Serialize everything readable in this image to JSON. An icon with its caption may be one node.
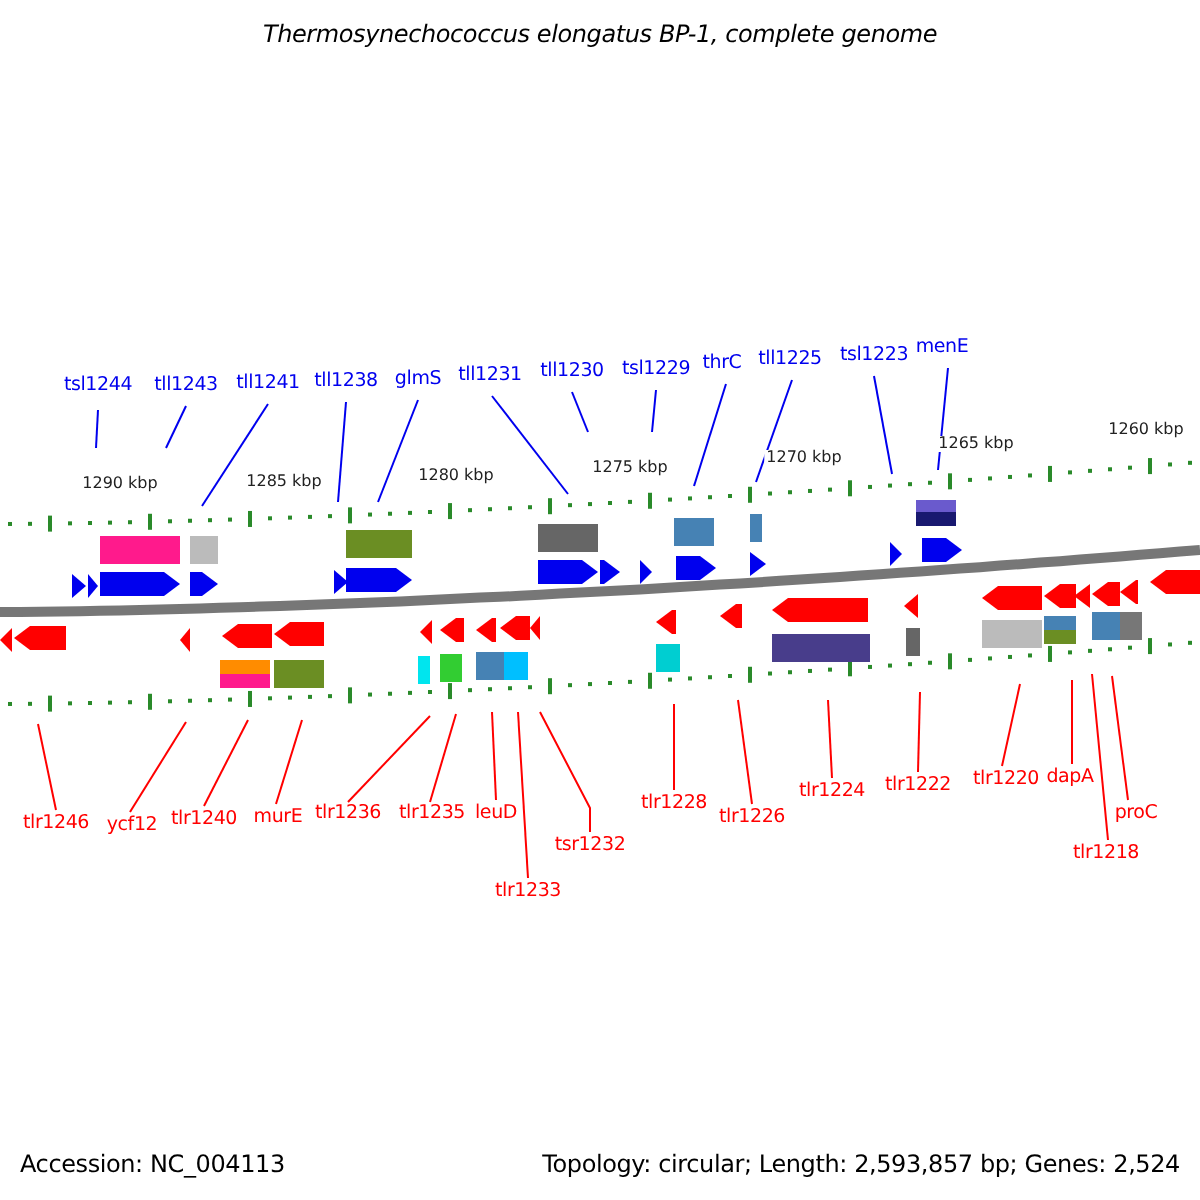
{
  "diagram": {
    "title": "Thermosynechococcus elongatus BP-1, complete genome",
    "nodes": [
      {
        "text": [
          "tsl1244"
        ]
      },
      {
        "text": [
          "tll1243"
        ]
      },
      {
        "text": [
          "tll1241"
        ]
      },
      {
        "text": [
          "tll1238"
        ]
      },
      {
        "text": [
          "glmS"
        ]
      },
      {
        "text": [
          "tll1231"
        ]
      },
      {
        "text": [
          "tll1230"
        ]
      },
      {
        "text": [
          "tsl1229"
        ]
      },
      {
        "text": [
          "thrC"
        ]
      },
      {
        "text": [
          "tll1225"
        ]
      },
      {
        "text": [
          "tsl1223"
        ]
      },
      {
        "text": [
          "menE"
        ]
      },
      {
        "text": [
          "tlr1246"
        ]
      },
      {
        "text": [
          "ycf12"
        ]
      },
      {
        "text": [
          "tlr1240"
        ]
      },
      {
        "text": [
          "murE"
        ]
      },
      {
        "text": [
          "tlr1236"
        ]
      },
      {
        "text": [
          "tlr1235"
        ]
      },
      {
        "text": [
          "leuD"
        ]
      },
      {
        "text": [
          "tlr1233"
        ]
      },
      {
        "text": [
          "tsr1232"
        ]
      },
      {
        "text": [
          "tlr1228"
        ]
      },
      {
        "text": [
          "tlr1226"
        ]
      },
      {
        "text": [
          "tlr1224"
        ]
      },
      {
        "text": [
          "tlr1222"
        ]
      },
      {
        "text": [
          "tlr1220"
        ]
      },
      {
        "text": [
          "dapA"
        ]
      },
      {
        "text": [
          "proC"
        ]
      },
      {
        "text": [
          "tlr1218"
        ]
      }
    ],
    "edges": [
      {
        "from": 0,
        "to": null,
        "arrow": "none",
        "color": "#0000ee"
      },
      {
        "from": 1,
        "to": null,
        "arrow": "none",
        "color": "#0000ee"
      },
      {
        "from": 2,
        "to": null,
        "arrow": "none",
        "color": "#0000ee"
      },
      {
        "from": 3,
        "to": null,
        "arrow": "none",
        "color": "#0000ee"
      },
      {
        "from": 4,
        "to": null,
        "arrow": "none",
        "color": "#0000ee"
      },
      {
        "from": 5,
        "to": null,
        "arrow": "none",
        "color": "#0000ee"
      },
      {
        "from": 6,
        "to": null,
        "arrow": "none",
        "color": "#0000ee"
      },
      {
        "from": 7,
        "to": null,
        "arrow": "none",
        "color": "#0000ee"
      },
      {
        "from": 8,
        "to": null,
        "arrow": "none",
        "color": "#0000ee"
      },
      {
        "from": 9,
        "to": null,
        "arrow": "none",
        "color": "#0000ee"
      },
      {
        "from": 10,
        "to": null,
        "arrow": "none",
        "color": "#0000ee"
      },
      {
        "from": 11,
        "to": null,
        "arrow": "none",
        "color": "#0000ee"
      },
      {
        "from": 12,
        "to": null,
        "arrow": "none",
        "color": "#ff0000"
      },
      {
        "from": 13,
        "to": null,
        "arrow": "none",
        "color": "#ff0000"
      },
      {
        "from": 14,
        "to": null,
        "arrow": "none",
        "color": "#ff0000"
      },
      {
        "from": 15,
        "to": null,
        "arrow": "none",
        "color": "#ff0000"
      },
      {
        "from": 16,
        "to": null,
        "arrow": "none",
        "color": "#ff0000"
      },
      {
        "from": 17,
        "to": null,
        "arrow": "none",
        "color": "#ff0000"
      },
      {
        "from": 18,
        "to": null,
        "arrow": "none",
        "color": "#ff0000"
      },
      {
        "from": 19,
        "to": null,
        "arrow": "none",
        "color": "#ff0000"
      },
      {
        "from": 20,
        "to": null,
        "arrow": "none",
        "color": "#ff0000"
      },
      {
        "from": 21,
        "to": null,
        "arrow": "none",
        "color": "#ff0000"
      },
      {
        "from": 22,
        "to": null,
        "arrow": "none",
        "color": "#ff0000"
      },
      {
        "from": 23,
        "to": null,
        "arrow": "none",
        "color": "#ff0000"
      },
      {
        "from": 24,
        "to": null,
        "arrow": "none",
        "color": "#ff0000"
      },
      {
        "from": 25,
        "to": null,
        "arrow": "none",
        "color": "#ff0000"
      },
      {
        "from": 26,
        "to": null,
        "arrow": "none",
        "color": "#ff0000"
      },
      {
        "from": 27,
        "to": null,
        "arrow": "none",
        "color": "#ff0000"
      },
      {
        "from": 28,
        "to": null,
        "arrow": "none",
        "color": "#ff0000"
      }
    ],
    "labels": [
      "1260 kbp",
      "1265 kbp",
      "1270 kbp",
      "1275 kbp",
      "1280 kbp",
      "1285 kbp",
      "1290 kbp",
      "Accession: NC_004113",
      "Topology: circular; Length: 2,593,857 bp; Genes: 2,524"
    ]
  }
}
